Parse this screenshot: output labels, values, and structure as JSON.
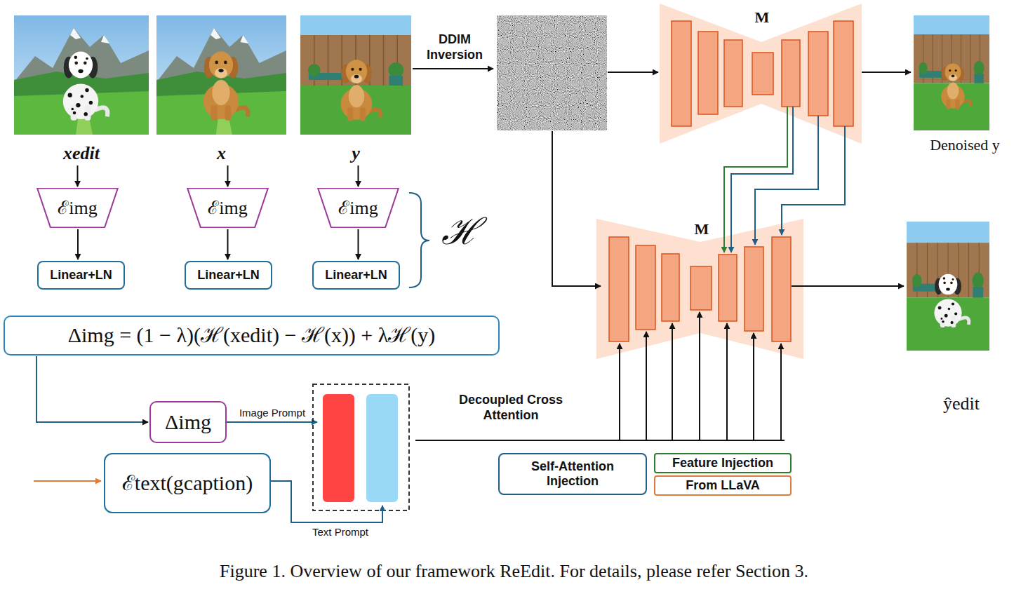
{
  "diagram": {
    "caption": "Figure 1. Overview of our framework ReEdit. For details, please refer Section 3.",
    "nodes": [
      {
        "text": [
          "xedit"
        ]
      },
      {
        "text": [
          "x"
        ]
      },
      {
        "text": [
          "y"
        ]
      },
      {
        "text": [
          "ℰimg"
        ]
      },
      {
        "text": [
          "ℰimg"
        ]
      },
      {
        "text": [
          "ℰimg"
        ]
      },
      {
        "text": [
          "Linear+LN"
        ]
      },
      {
        "text": [
          "Linear+LN"
        ]
      },
      {
        "text": [
          "Linear+LN"
        ]
      },
      {
        "text": [
          "Δimg = (1 − λ)(ℋ(xedit) − ℋ(x)) + λℋ(y)"
        ]
      },
      {
        "text": [
          "Δimg"
        ]
      },
      {
        "text": [
          "ℰtext(gcaption)"
        ]
      },
      {
        "text": [
          "Self-Attention Injection"
        ]
      },
      {
        "text": [
          "Feature Injection"
        ]
      },
      {
        "text": [
          "From LLaVA"
        ]
      }
    ],
    "edges": [
      {
        "from": 0,
        "to": 3,
        "arrow": "to"
      },
      {
        "from": 1,
        "to": 4,
        "arrow": "to"
      },
      {
        "from": 2,
        "to": 5,
        "arrow": "to"
      },
      {
        "from": 3,
        "to": 6,
        "arrow": "to"
      },
      {
        "from": 4,
        "to": 7,
        "arrow": "to"
      },
      {
        "from": 5,
        "to": 8,
        "arrow": "to"
      },
      {
        "from": 9,
        "to": 10,
        "arrow": "to"
      }
    ],
    "labels": [
      "ℋ",
      "DDIM Inversion",
      "M",
      "M",
      "Denoised y",
      "ŷedit",
      "Image Prompt",
      "Text Prompt",
      "Decoupled Cross Attention"
    ]
  }
}
